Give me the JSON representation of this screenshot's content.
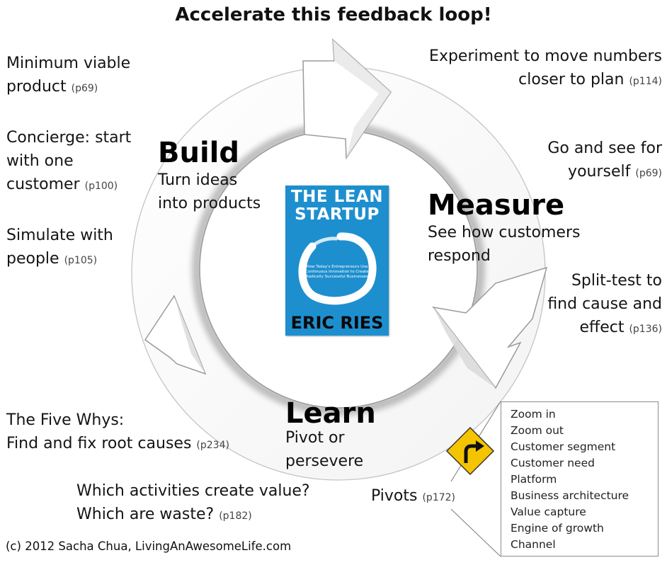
{
  "title": "Accelerate this feedback loop!",
  "build": {
    "title": "Build",
    "subtitle": [
      "Turn ideas",
      "into products"
    ],
    "notes": [
      {
        "lines": [
          "Minimum viable",
          "product"
        ],
        "page": "(p69)"
      },
      {
        "lines": [
          "Concierge: start",
          "with one",
          "customer"
        ],
        "page": "(p100)"
      },
      {
        "lines": [
          "Simulate with",
          "people"
        ],
        "page": "(p105)"
      }
    ]
  },
  "measure": {
    "title": "Measure",
    "subtitle": [
      "See how customers",
      "respond"
    ],
    "notes": [
      {
        "lines": [
          "Experiment to move numbers",
          "closer to plan"
        ],
        "page": "(p114)"
      },
      {
        "lines": [
          "Go and see for",
          "yourself"
        ],
        "page": "(p69)"
      },
      {
        "lines": [
          "Split-test to",
          "find cause and",
          "effect"
        ],
        "page": "(p136)"
      }
    ]
  },
  "learn": {
    "title": "Learn",
    "subtitle": [
      "Pivot or",
      "persevere"
    ],
    "notes": [
      {
        "lines": [
          "The Five Whys:",
          "Find and fix root causes"
        ],
        "page": "(p234)"
      },
      {
        "lines": [
          "Which activities create value?",
          "Which are waste?"
        ],
        "page": "(p182)"
      }
    ]
  },
  "pivots": {
    "label": "Pivots",
    "page": "(p172)",
    "items": [
      "Zoom in",
      "Zoom out",
      "Customer segment",
      "Customer need",
      "Platform",
      "Business architecture",
      "Value capture",
      "Engine of growth",
      "Channel"
    ]
  },
  "book": {
    "title_lines": [
      "THE LEAN",
      "STARTUP"
    ],
    "subtitle_lines": [
      "How Today's Entrepreneurs Use",
      "Continuous Innovation to Create",
      "Radically Successful Businesses"
    ],
    "author": "ERIC RIES"
  },
  "credit": "(c) 2012 Sacha Chua, LivingAnAwesomeLife.com",
  "colors": {
    "book_blue": "#1e8fce",
    "sign_yellow": "#f5c400",
    "ring_shadow": "#9a9a9a"
  }
}
